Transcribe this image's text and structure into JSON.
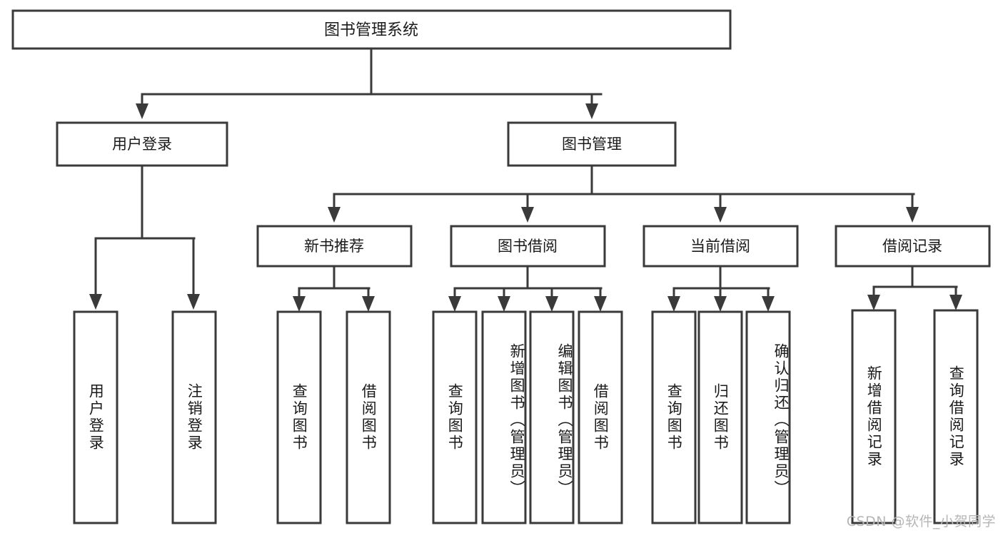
{
  "diagram": {
    "title": "图书管理系统",
    "type": "tree",
    "orientation": "top-down",
    "colors": {
      "box_stroke": "#3a3a3a",
      "box_fill": "#ffffff",
      "connector": "#3a3a3a",
      "text": "#1a1a1a",
      "watermark": "#b6b6b6",
      "background": "#ffffff"
    },
    "root": {
      "label": "图书管理系统"
    },
    "level2": [
      {
        "id": "user-login",
        "label": "用户登录"
      },
      {
        "id": "book-manage",
        "label": "图书管理"
      }
    ],
    "level3": [
      {
        "id": "new-book-recommend",
        "label": "新书推荐",
        "parent": "book-manage"
      },
      {
        "id": "book-borrow",
        "label": "图书借阅",
        "parent": "book-manage"
      },
      {
        "id": "current-borrow",
        "label": "当前借阅",
        "parent": "book-manage"
      },
      {
        "id": "borrow-record",
        "label": "借阅记录",
        "parent": "book-manage"
      }
    ],
    "leaves": [
      {
        "id": "leaf-user-login",
        "label": "用户登录",
        "parent": "user-login"
      },
      {
        "id": "leaf-logout",
        "label": "注销登录",
        "parent": "user-login"
      },
      {
        "id": "leaf-query-book-1",
        "label": "查询图书",
        "parent": "new-book-recommend"
      },
      {
        "id": "leaf-borrow-book-1",
        "label": "借阅图书",
        "parent": "new-book-recommend"
      },
      {
        "id": "leaf-query-book-2",
        "label": "查询图书",
        "parent": "book-borrow"
      },
      {
        "id": "leaf-add-book",
        "label": "新增图书（管理员）",
        "parent": "book-borrow"
      },
      {
        "id": "leaf-edit-book",
        "label": "编辑图书（管理员）",
        "parent": "book-borrow"
      },
      {
        "id": "leaf-borrow-book-2",
        "label": "借阅图书",
        "parent": "book-borrow"
      },
      {
        "id": "leaf-query-book-3",
        "label": "查询图书",
        "parent": "current-borrow"
      },
      {
        "id": "leaf-return-book",
        "label": "归还图书",
        "parent": "current-borrow"
      },
      {
        "id": "leaf-confirm-return",
        "label": "确认归还（管理员）",
        "parent": "current-borrow"
      },
      {
        "id": "leaf-add-record",
        "label": "新增借阅记录",
        "parent": "borrow-record"
      },
      {
        "id": "leaf-query-record",
        "label": "查询借阅记录",
        "parent": "borrow-record"
      }
    ]
  },
  "watermark": {
    "text": "CSDN @软件_小贺同学"
  }
}
